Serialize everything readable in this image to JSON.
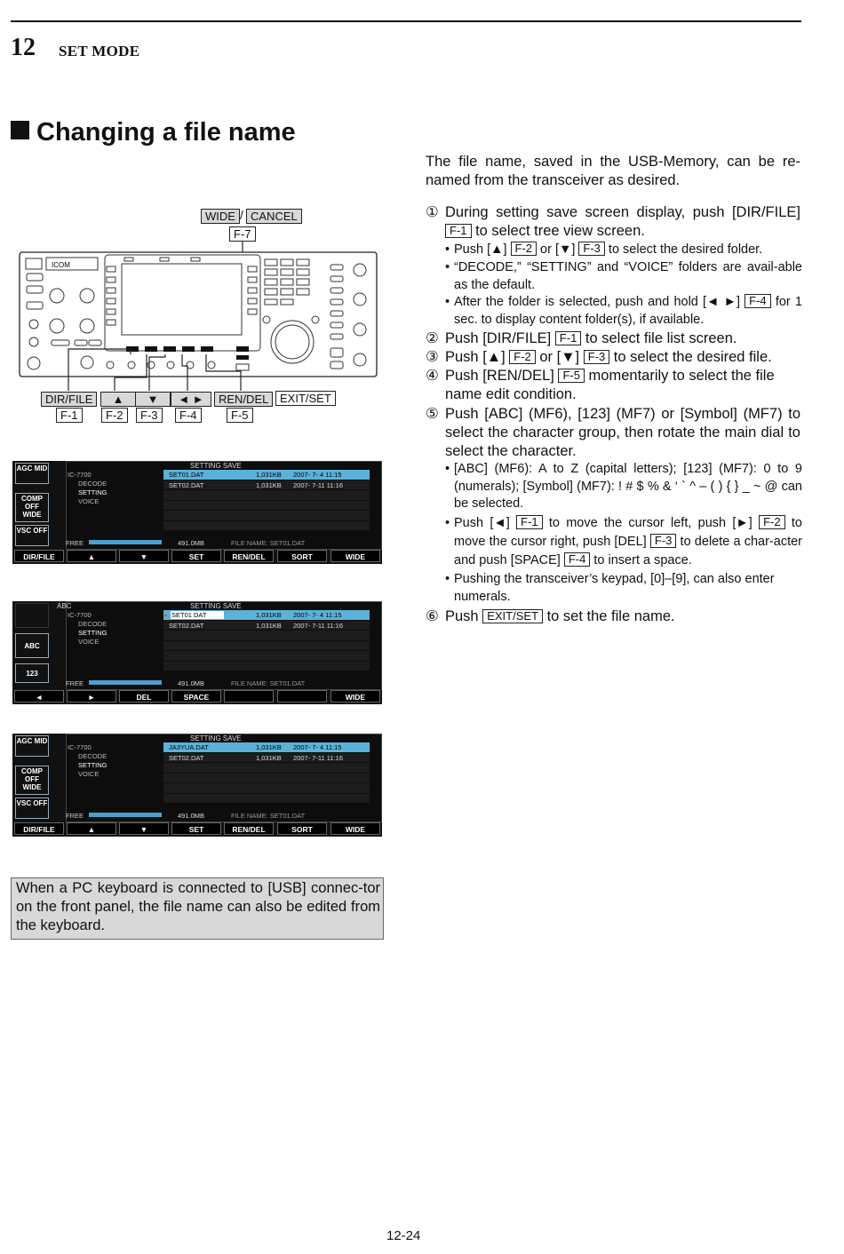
{
  "header": {
    "chapter_number": "12",
    "chapter_title": "SET MODE"
  },
  "section_title": "Changing a file name",
  "intro": "The file name, saved in the USB-Memory, can be re-named from the transceiver as desired.",
  "diagram": {
    "top_keys": {
      "wide": "WIDE",
      "slash": "/",
      "cancel": "CANCEL",
      "f7": "F-7"
    },
    "bottom_keys": [
      {
        "label": "DIR/FILE",
        "fkey": "F-1"
      },
      {
        "label": "▲",
        "fkey": "F-2"
      },
      {
        "label": "▼",
        "fkey": "F-3"
      },
      {
        "label": "◄ ►",
        "fkey": "F-4"
      },
      {
        "label": "REN/DEL",
        "fkey": "F-5"
      }
    ],
    "exit_set": "EXIT/SET",
    "brand": "ICOM"
  },
  "steps": [
    {
      "num": "①",
      "parts": [
        "During setting save screen display, push [DIR/FILE] ",
        "F-1",
        " to select tree view screen."
      ]
    },
    {
      "num": "②",
      "parts": [
        "Push [DIR/FILE] ",
        "F-1",
        " to select file list screen."
      ]
    },
    {
      "num": "③",
      "parts": [
        "Push [▲] ",
        "F-2",
        " or [▼] ",
        "F-3",
        " to select the desired file."
      ]
    },
    {
      "num": "④",
      "parts": [
        "Push [REN/DEL] ",
        "F-5",
        " momentarily to select the file name edit condition."
      ]
    },
    {
      "num": "⑤",
      "text": "Push [ABC] (MF6), [123] (MF7) or [Symbol] (MF7) to select the character group, then rotate the main dial to select the character."
    },
    {
      "num": "⑥",
      "parts": [
        "Push ",
        "EXIT/SET",
        " to set the file name."
      ]
    }
  ],
  "subs": {
    "s1a": [
      "Push [▲] ",
      "F-2",
      " or [▼] ",
      "F-3",
      " to select the desired folder."
    ],
    "s1b": "“DECODE,” “SETTING” and “VOICE” folders are avail-able as the default.",
    "s1c": [
      "After the folder is selected, push and hold [◄ ►] ",
      "F-4",
      " for 1 sec. to display content folder(s), if available."
    ],
    "s5a": "[ABC] (MF6): A to Z (capital letters); [123] (MF7): 0 to 9 (numerals); [Symbol] (MF7): ! # $ % & ‘ ` ^ – ( ) { } _ ~ @ can be selected.",
    "s5b": [
      "Push [◄] ",
      "F-1",
      " to move the cursor left, push [►] ",
      "F-2",
      " to move the cursor right, push [DEL] ",
      "F-3",
      " to delete a char-acter and push [SPACE] ",
      "F-4",
      " to insert a space."
    ],
    "s5c": "Pushing the transceiver’s keypad, [0]–[9], can also enter numerals."
  },
  "screens": [
    {
      "mode": "",
      "side": [
        "AGC MID",
        "COMP OFF WIDE",
        "VSC OFF"
      ],
      "title": "SETTING SAVE",
      "tree": [
        "IC-7700",
        "DECODE",
        "SETTING",
        "VOICE"
      ],
      "files": [
        {
          "name": "SET01.DAT",
          "size": "1,031KB",
          "date": "2007- 7- 4 11:15"
        },
        {
          "name": "SET02.DAT",
          "size": "1,031KB",
          "date": "2007- 7-11 11:16"
        }
      ],
      "free_label": "FREE",
      "free": "491.0MB",
      "file_name": "FILE NAME: SET01.DAT",
      "fkeys": [
        "DIR/FILE",
        "▲",
        "▼",
        "SET",
        "REN/DEL",
        "SORT",
        "WIDE"
      ]
    },
    {
      "mode": "ABC",
      "side": [
        "",
        "ABC",
        "123"
      ],
      "title": "SETTING SAVE",
      "tree": [
        "IC-7700",
        "DECODE",
        "SETTING",
        "VOICE"
      ],
      "files": [
        {
          "name": "SET01      DAT",
          "size": "1,031KB",
          "date": "2007- 7- 4 11:15"
        },
        {
          "name": "SET02.DAT",
          "size": "1,031KB",
          "date": "2007- 7-11 11:16"
        }
      ],
      "free_label": "FREE",
      "free": "491.0MB",
      "file_name": "FILE NAME: SET01.DAT",
      "fkeys": [
        "◄",
        "►",
        "DEL",
        "SPACE",
        "",
        "",
        "WIDE"
      ]
    },
    {
      "mode": "",
      "side": [
        "AGC MID",
        "COMP OFF WIDE",
        "VSC OFF"
      ],
      "title": "SETTING SAVE",
      "tree": [
        "IC-7700",
        "DECODE",
        "SETTING",
        "VOICE"
      ],
      "files": [
        {
          "name": "JA3YUA.DAT",
          "size": "1,031KB",
          "date": "2007- 7- 4 11:15"
        },
        {
          "name": "SET02.DAT",
          "size": "1,031KB",
          "date": "2007- 7-11 11:16"
        }
      ],
      "free_label": "FREE",
      "free": "491.0MB",
      "file_name": "FILE NAME: SET01.DAT",
      "fkeys": [
        "DIR/FILE",
        "▲",
        "▼",
        "SET",
        "REN/DEL",
        "SORT",
        "WIDE"
      ]
    }
  ],
  "note": "When a PC keyboard is connected to [USB] connec-tor on the front panel, the file name can also be edited from the keyboard.",
  "page_number": "12-24"
}
